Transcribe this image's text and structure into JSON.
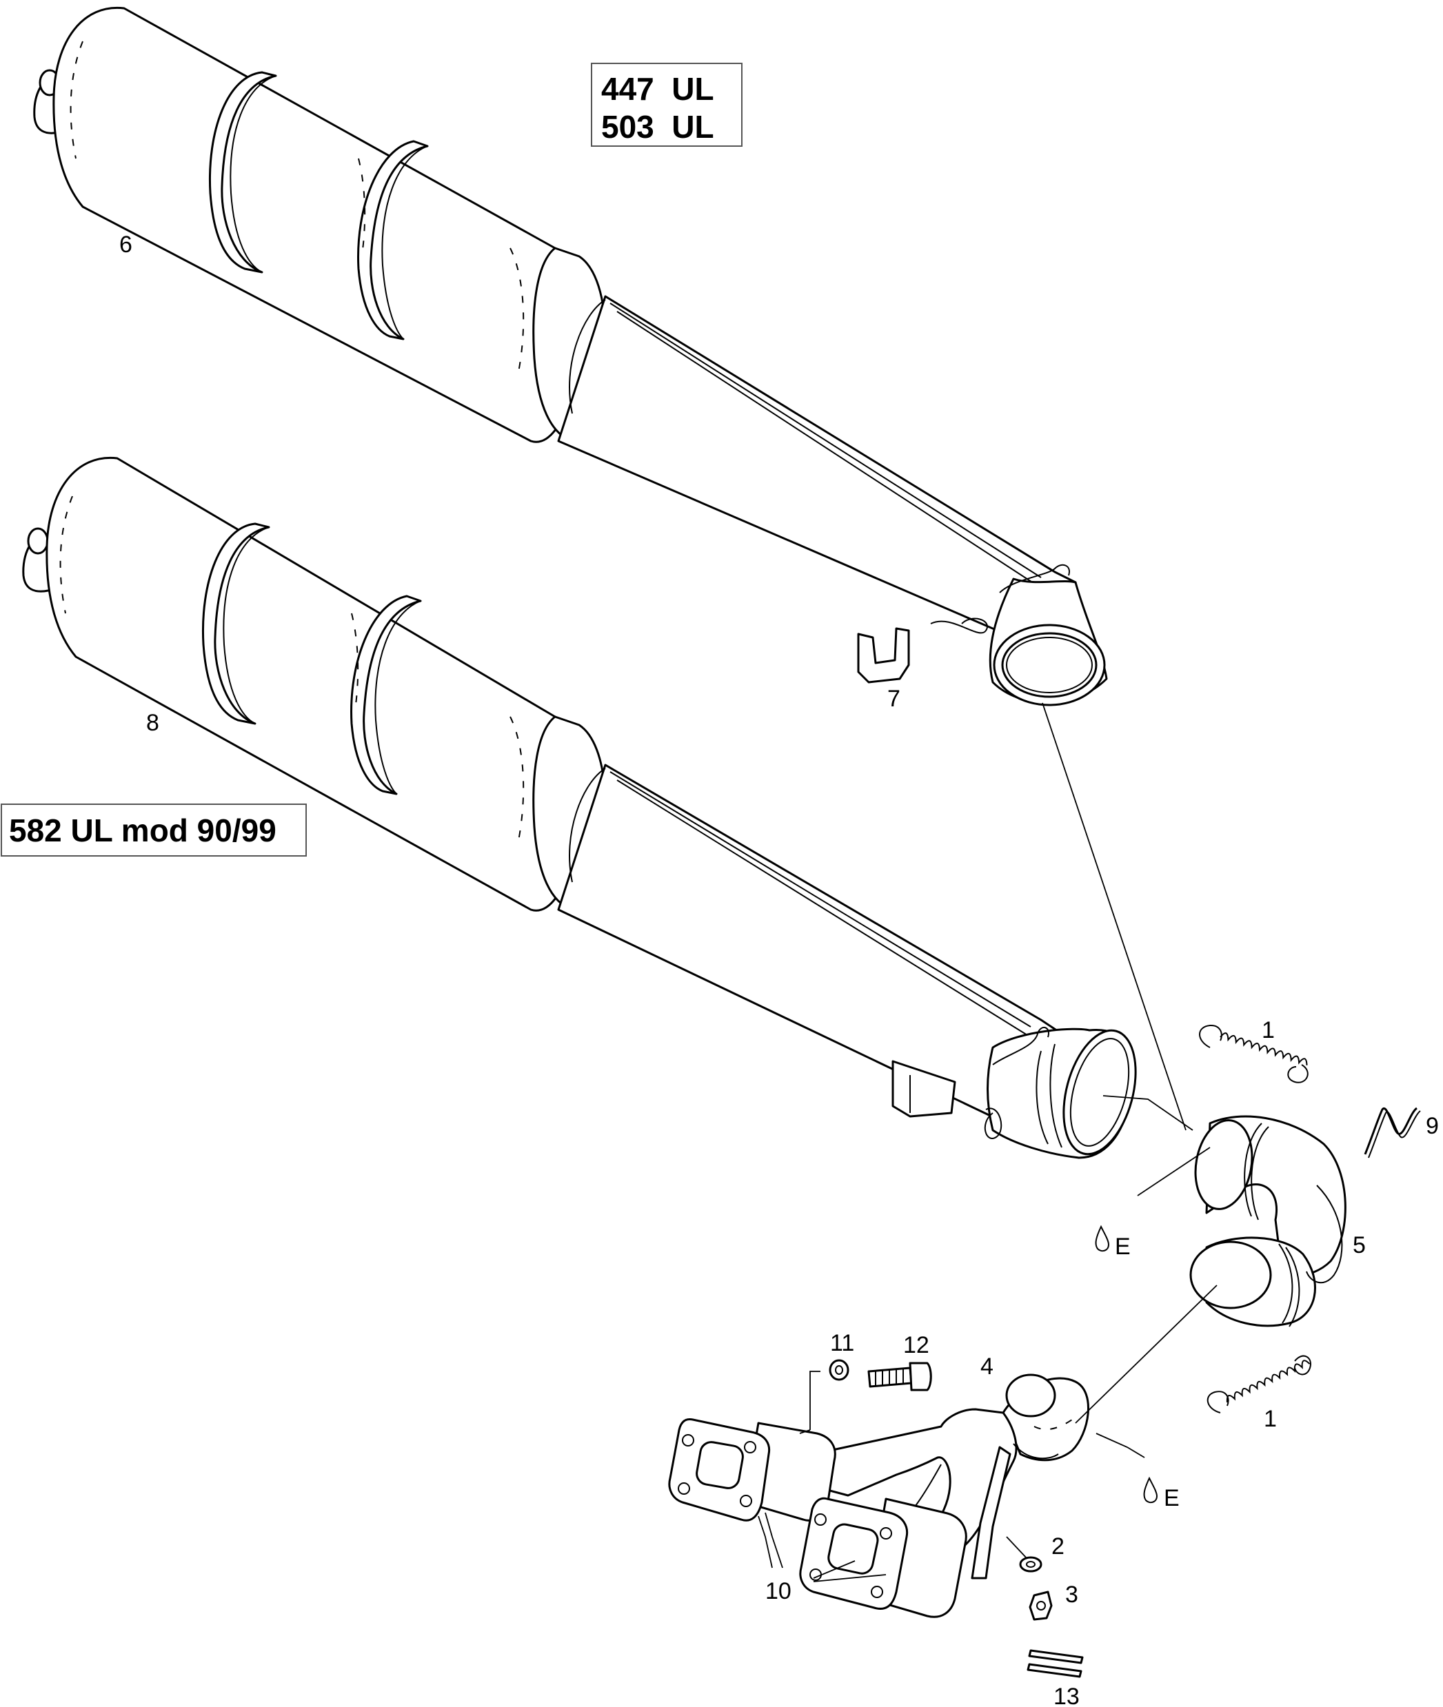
{
  "labels": {
    "model_box_top": [
      "447  UL",
      "503  UL"
    ],
    "model_box_bottom": "582 UL mod 90/99",
    "callouts": {
      "p1_upper": "1",
      "p1_lower": "1",
      "p2": "2",
      "p3": "3",
      "p4": "4",
      "p5": "5",
      "p6": "6",
      "p7": "7",
      "p8": "8",
      "p9": "9",
      "p10": "10",
      "p11": "11",
      "p12": "12",
      "p13": "13",
      "grease_upper": "E",
      "grease_lower": "E"
    }
  },
  "icons": {
    "grease_symbol": "oil-drop-icon"
  },
  "colors": {
    "line": "#000000",
    "background": "#ffffff",
    "box_border": "#555555"
  }
}
